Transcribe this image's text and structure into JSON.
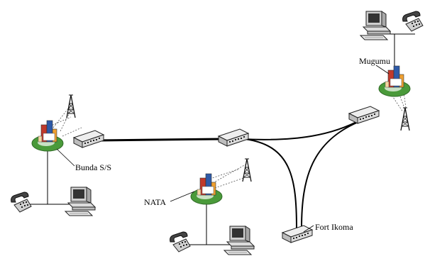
{
  "diagram": {
    "sites": [
      {
        "id": "bunda",
        "label": "Bunda S/S"
      },
      {
        "id": "nata",
        "label": "NATA"
      },
      {
        "id": "fort-ikoma",
        "label": "Fort Ikoma"
      },
      {
        "id": "mugumu",
        "label": "Mugumu"
      }
    ],
    "icons": [
      "building-icon",
      "radio-tower-icon",
      "network-switch-icon",
      "telephone-icon",
      "desktop-computer-icon"
    ],
    "links": [
      {
        "from": "bunda",
        "to": "nata",
        "style": "thick"
      },
      {
        "from": "nata",
        "to": "mugumu",
        "style": "curved"
      },
      {
        "from": "nata",
        "to": "fort-ikoma",
        "style": "curved"
      },
      {
        "from": "fort-ikoma",
        "to": "mugumu",
        "style": "curved"
      }
    ],
    "colors": {
      "line": "#000000",
      "building_red": "#c0392b",
      "building_blue": "#2e5aa8",
      "building_orange": "#f0a030",
      "ground_green": "#4a9a3a",
      "switch_gray": "#d9d9d9"
    }
  }
}
